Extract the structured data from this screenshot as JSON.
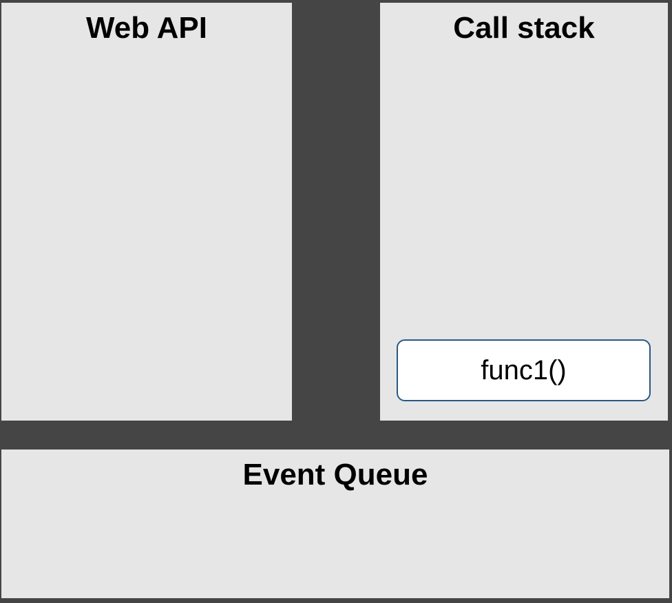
{
  "colors": {
    "background": "#454545",
    "panel_fill": "#e6e6e6",
    "frame_fill": "#ffffff",
    "frame_border": "#2a5783",
    "title_text": "#000000"
  },
  "panels": {
    "web_api": {
      "title": "Web API"
    },
    "call_stack": {
      "title": "Call stack",
      "frames": [
        {
          "label": "func1()"
        }
      ]
    },
    "event_queue": {
      "title": "Event Queue"
    }
  }
}
